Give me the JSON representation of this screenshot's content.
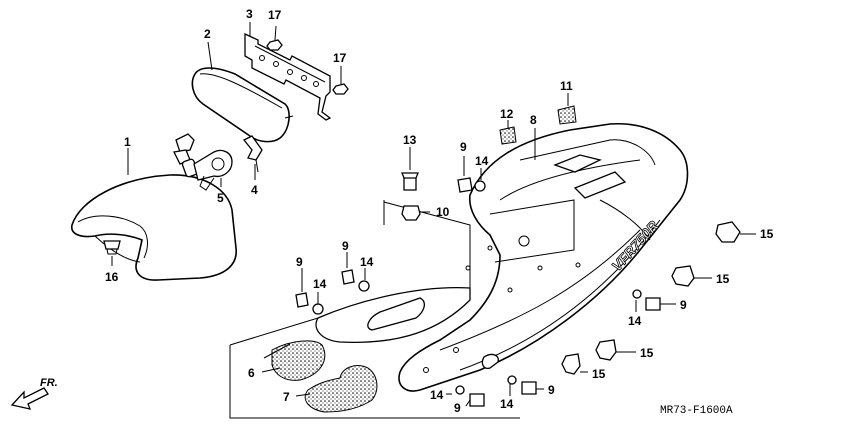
{
  "diagram": {
    "code": "MR73-F1600A",
    "direction_label": "FR.",
    "body_lettering": "VFR750R",
    "callouts": {
      "c1": "1",
      "c2": "2",
      "c3": "3",
      "c4": "4",
      "c5": "5",
      "c6": "6",
      "c7": "7",
      "c8": "8",
      "c9a": "9",
      "c9b": "9",
      "c9c": "9",
      "c9d": "9",
      "c9e": "9",
      "c9f": "9",
      "c10": "10",
      "c11": "11",
      "c12": "12",
      "c13": "13",
      "c14a": "14",
      "c14b": "14",
      "c14c": "14",
      "c14d": "14",
      "c14e": "14",
      "c14f": "14",
      "c15a": "15",
      "c15b": "15",
      "c15c": "15",
      "c15d": "15",
      "c16": "16",
      "c17a": "17",
      "c17b": "17"
    }
  }
}
